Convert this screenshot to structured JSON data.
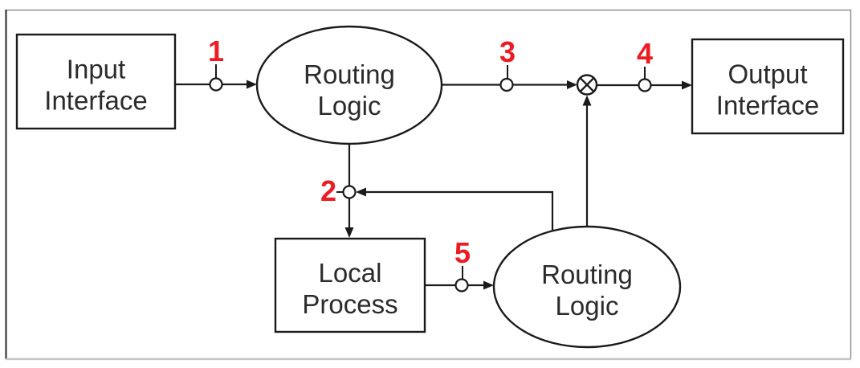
{
  "diagram": {
    "type": "block-diagram",
    "nodes": [
      {
        "id": "input-interface",
        "shape": "rectangle",
        "label": [
          "Input",
          "Interface"
        ]
      },
      {
        "id": "routing-logic-top",
        "shape": "ellipse",
        "label": [
          "Routing",
          "Logic"
        ]
      },
      {
        "id": "output-interface",
        "shape": "rectangle",
        "label": [
          "Output",
          "Interface"
        ]
      },
      {
        "id": "local-process",
        "shape": "rectangle",
        "label": [
          "Local",
          "Process"
        ]
      },
      {
        "id": "routing-logic-bottom",
        "shape": "ellipse",
        "label": [
          "Routing",
          "Logic"
        ]
      }
    ],
    "markers": [
      {
        "id": "marker-1",
        "label": "1"
      },
      {
        "id": "marker-2",
        "label": "2"
      },
      {
        "id": "marker-3",
        "label": "3"
      },
      {
        "id": "marker-4",
        "label": "4"
      },
      {
        "id": "marker-5",
        "label": "5"
      }
    ],
    "junction": {
      "id": "summing-junction",
      "symbol": "circled-times"
    },
    "connections": [
      {
        "from": "input-interface",
        "to": "routing-logic-top",
        "marker": "1"
      },
      {
        "from": "routing-logic-top",
        "to": "summing-junction",
        "marker": "3"
      },
      {
        "from": "summing-junction",
        "to": "output-interface",
        "marker": "4"
      },
      {
        "from": "routing-logic-top",
        "to": "local-process",
        "marker": "2"
      },
      {
        "from": "local-process",
        "to": "routing-logic-bottom",
        "marker": "5"
      },
      {
        "from": "routing-logic-bottom",
        "to": "marker-2"
      },
      {
        "from": "routing-logic-bottom",
        "to": "summing-junction"
      }
    ],
    "colors": {
      "line": "#1a1a1a",
      "marker_label": "#ed1c24",
      "node_text": "#2b2b2b",
      "node_fill": "#ffffff",
      "frame_border": "#8a8a8a",
      "background": "#ffffff"
    }
  }
}
